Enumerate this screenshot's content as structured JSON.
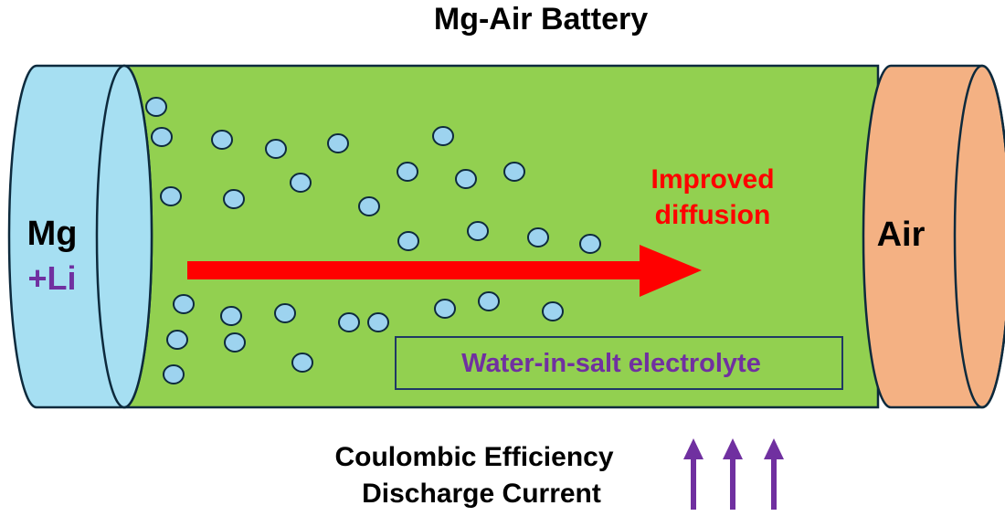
{
  "title": "Mg-Air Battery",
  "anode": {
    "label": "Mg",
    "additive": "+Li"
  },
  "cathode": {
    "label": "Air"
  },
  "arrow_label": {
    "line1": "Improved",
    "line2": "diffusion"
  },
  "electrolyte_label": "Water-in-salt electrolyte",
  "metrics": {
    "line1": "Coulombic Efficiency",
    "line2": "Discharge Current"
  },
  "increase_arrow_count": 3,
  "colors": {
    "electrolyte": "#92d050",
    "anode": "#a6dff2",
    "cathode": "#f4b183",
    "particle": "#9dd3ef",
    "diffusion_arrow": "#ff0000",
    "diffusion_text": "#ff0000",
    "additive_text": "#7030a0",
    "electrolyte_text": "#7030a0",
    "up_arrows": "#7030a0",
    "outline": "#0d2a3d"
  }
}
